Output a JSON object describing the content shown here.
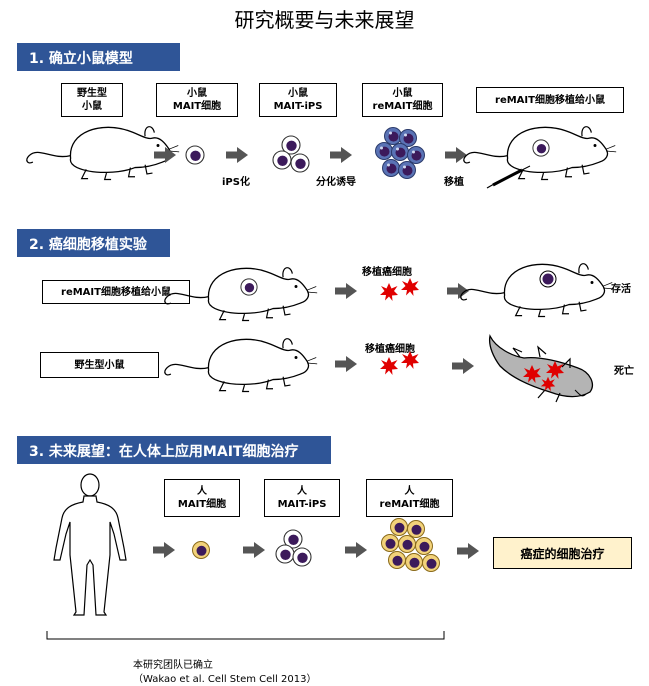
{
  "title": "研究概要与未来展望",
  "section1": {
    "header": "1. 确立小鼠模型",
    "boxes": [
      {
        "line1": "野生型",
        "line2": "小鼠"
      },
      {
        "line1": "小鼠",
        "line2": "MAIT细胞"
      },
      {
        "line1": "小鼠",
        "line2": "MAIT-iPS"
      },
      {
        "line1": "小鼠",
        "line2": "reMAIT细胞"
      },
      {
        "line1": "reMAIT细胞移植给小鼠",
        "line2": ""
      }
    ],
    "steps": [
      "iPS化",
      "分化诱导",
      "移植"
    ]
  },
  "section2": {
    "header": "2. 癌细胞移植实验",
    "row1": {
      "label": "reMAIT细胞移植给小鼠",
      "step": "移植癌细胞",
      "outcome": "存活"
    },
    "row2": {
      "label": "野生型小鼠",
      "step": "移植癌细胞",
      "outcome": "死亡"
    }
  },
  "section3": {
    "header": "3. 未来展望：在人体上应用MAIT细胞治疗",
    "boxes": [
      {
        "line1": "人",
        "line2": "MAIT细胞"
      },
      {
        "line1": "人",
        "line2": "MAIT-iPS"
      },
      {
        "line1": "人",
        "line2": "reMAIT细胞"
      }
    ],
    "result": "癌症的细胞治疗"
  },
  "footer": {
    "line1": "本研究团队已确立",
    "line2": "（Wakao et al. Cell Stem Cell 2013）"
  },
  "colors": {
    "header_bg": "#2f5597",
    "cell_purple": "#3c1a5b",
    "cell_outer_mouse": "#ffffff",
    "cell_outer_human": "#f2d27a",
    "cancer_red": "#e00000",
    "result_bg": "#fff2cc",
    "arrow": "#555555"
  }
}
